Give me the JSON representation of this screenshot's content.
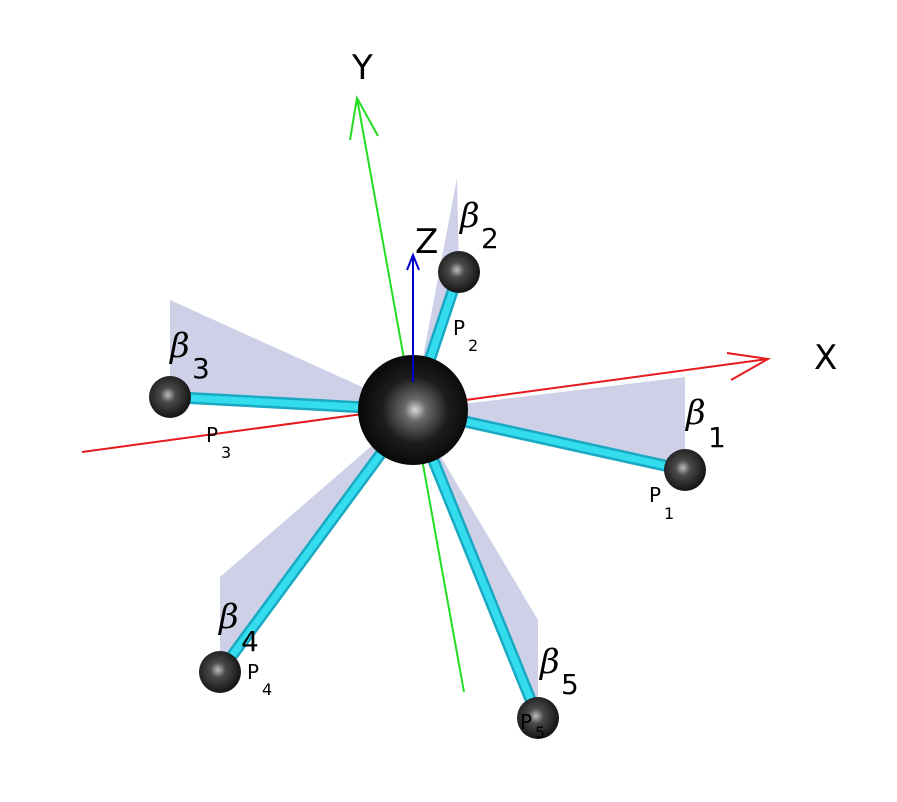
{
  "axes": {
    "x": {
      "label": "X",
      "color": "#e41a1c"
    },
    "y": {
      "label": "Y",
      "color": "#22dd22"
    },
    "z": {
      "label": "Z",
      "color": "#0000cc"
    }
  },
  "colors": {
    "bond": "#33ddee",
    "bond_edge": "#1aa9c2",
    "plane": "#c9cbe6",
    "atom": "#151515",
    "background": "#ffffff"
  },
  "ligands": [
    {
      "beta_symbol": "β",
      "beta_sub": "1",
      "p_label": "P",
      "p_sub": "1"
    },
    {
      "beta_symbol": "β",
      "beta_sub": "2",
      "p_label": "P",
      "p_sub": "2"
    },
    {
      "beta_symbol": "β",
      "beta_sub": "3",
      "p_label": "P",
      "p_sub": "3"
    },
    {
      "beta_symbol": "β",
      "beta_sub": "4",
      "p_label": "P",
      "p_sub": "4"
    },
    {
      "beta_symbol": "β",
      "beta_sub": "5",
      "p_label": "P",
      "p_sub": "5"
    }
  ]
}
